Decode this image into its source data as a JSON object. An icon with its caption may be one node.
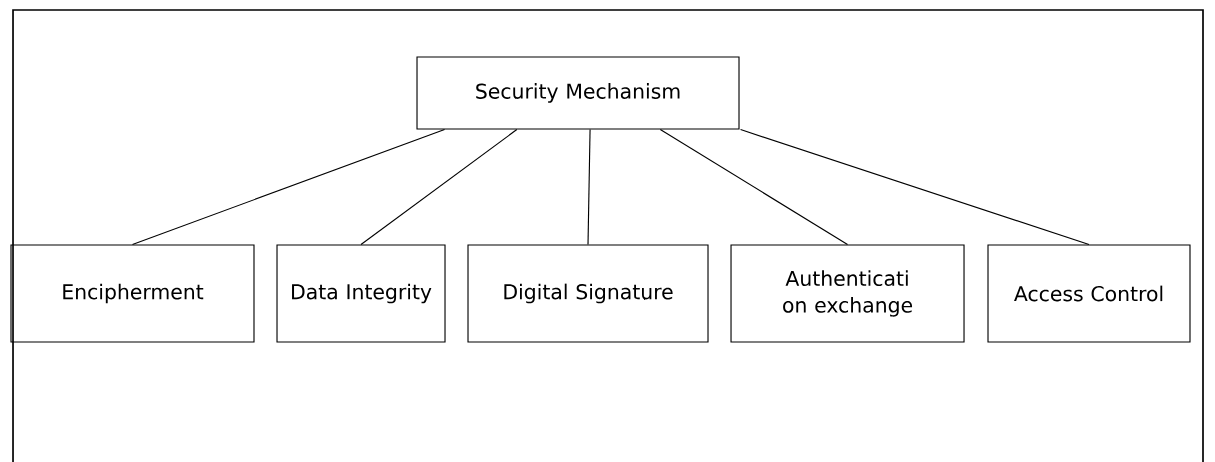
{
  "diagram": {
    "nodes": [
      {
        "text": [
          "Security Mechanism"
        ]
      },
      {
        "text": [
          "Encipherment"
        ]
      },
      {
        "text": [
          "Data Integrity"
        ]
      },
      {
        "text": [
          "Digital Signature"
        ]
      },
      {
        "text": [
          "Authenticati on exchange"
        ]
      },
      {
        "text": [
          "Access Control"
        ]
      }
    ],
    "edges": [
      {
        "from": 0,
        "to": 1,
        "arrow": "none"
      },
      {
        "from": 0,
        "to": 2,
        "arrow": "none"
      },
      {
        "from": 0,
        "to": 3,
        "arrow": "none"
      },
      {
        "from": 0,
        "to": 4,
        "arrow": "none"
      },
      {
        "from": 0,
        "to": 5,
        "arrow": "none"
      }
    ]
  }
}
